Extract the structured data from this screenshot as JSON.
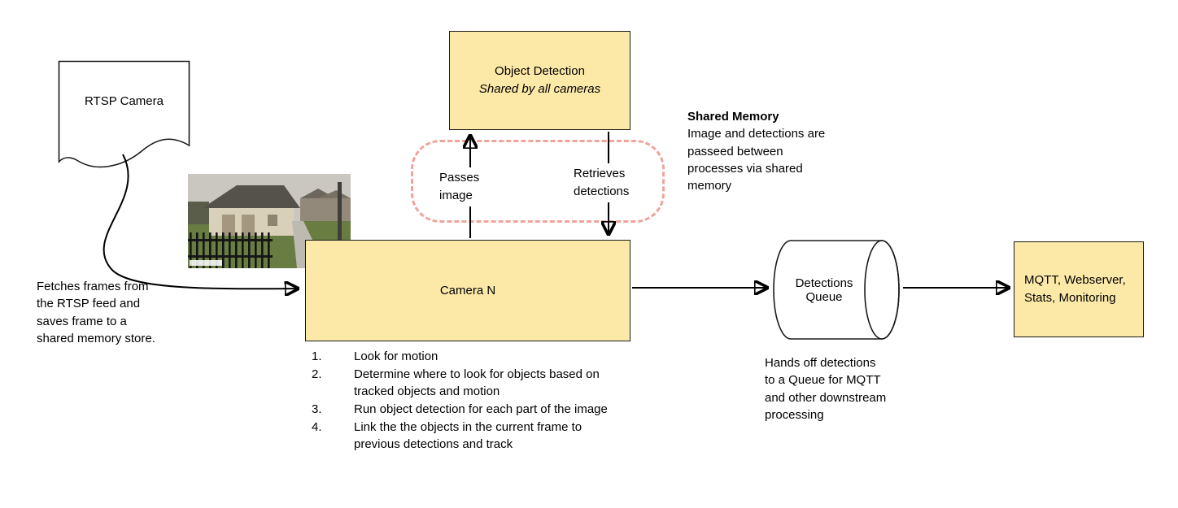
{
  "colors": {
    "box_fill": "#fce9a8",
    "box_border": "#1a1a1a",
    "dashed_border": "#f0a49a",
    "arrow": "#000000"
  },
  "nodes": {
    "rtsp_camera": "RTSP Camera",
    "object_detection_title": "Object Detection",
    "object_detection_subtitle": "Shared by all cameras",
    "camera_n": "Camera N",
    "detections_queue": "Detections\nQueue",
    "mqtt_box": "MQTT, Webserver, Stats, Monitoring"
  },
  "labels": {
    "passes_image": "Passes\nimage",
    "retrieves_detections": "Retrieves\ndetections"
  },
  "notes": {
    "fetch": "Fetches frames from the RTSP feed and saves frame to a shared memory store.",
    "shared_memory_title": "Shared Memory",
    "shared_memory_body": "Image and detections are passeed between processes via shared memory",
    "queue_handoff": "Hands off detections to a Queue for MQTT and other downstream processing"
  },
  "camera_steps": [
    {
      "num": "1.",
      "text": "Look for motion"
    },
    {
      "num": "2.",
      "text": "Determine where to look for objects based on tracked objects and motion"
    },
    {
      "num": "3.",
      "text": "Run object detection for each part of the image"
    },
    {
      "num": "4.",
      "text": "Link the the objects in the current frame to previous detections and track"
    }
  ]
}
